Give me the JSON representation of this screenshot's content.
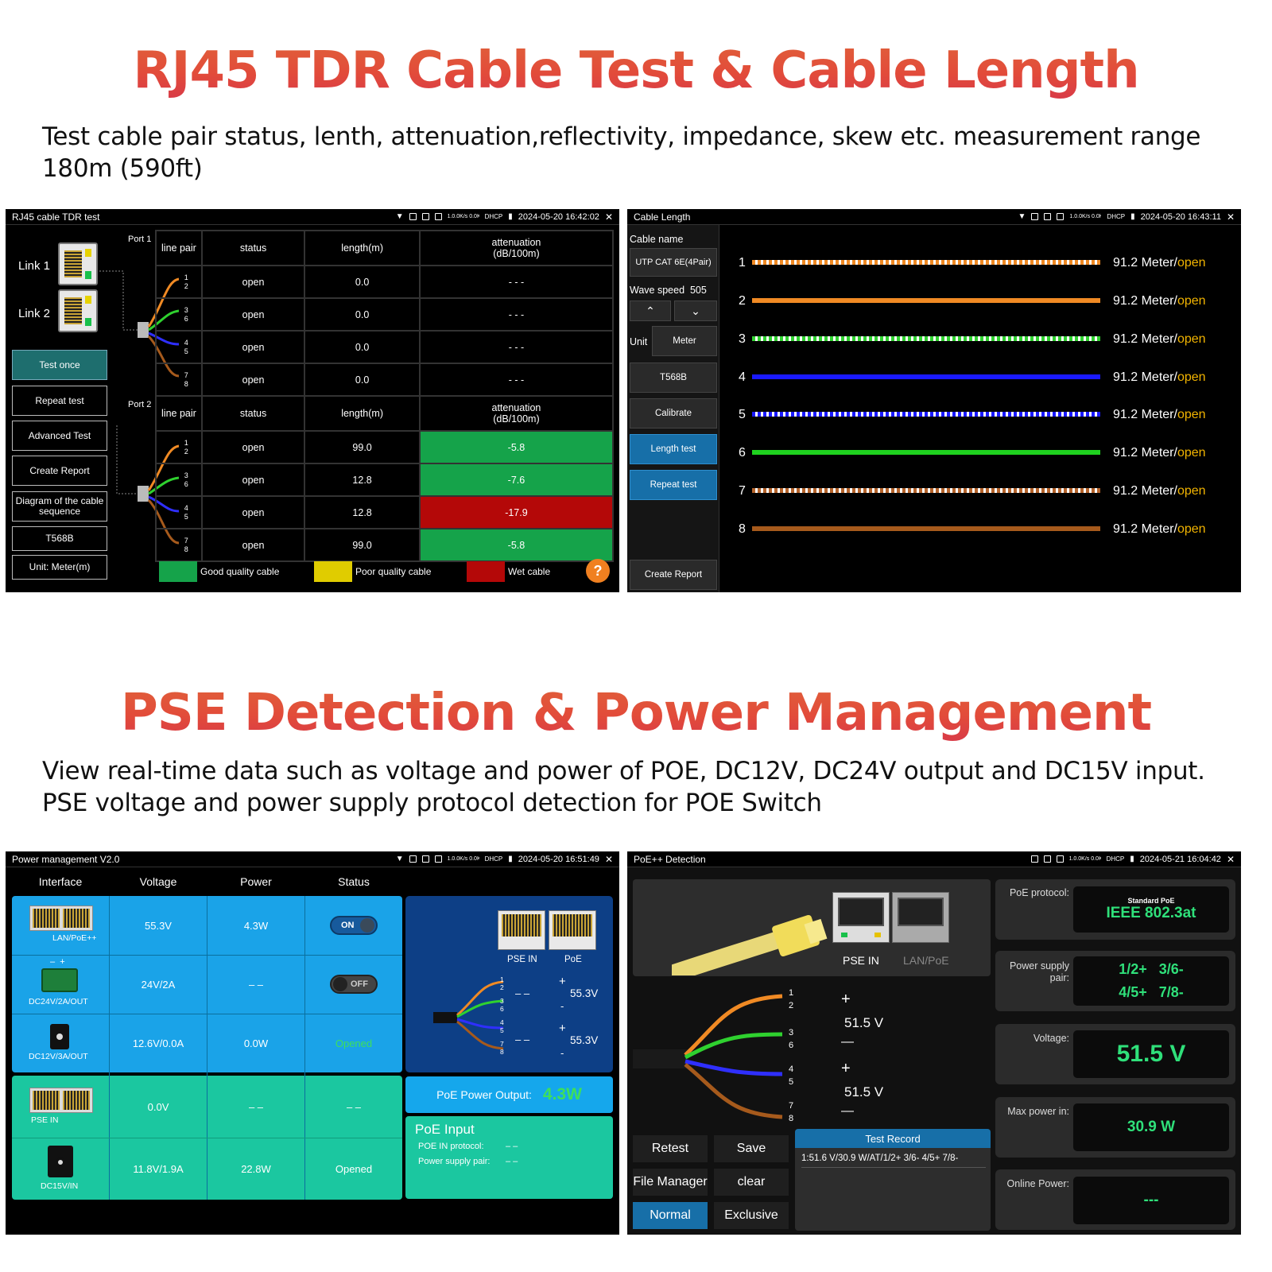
{
  "heading1": {
    "title": "RJ45 TDR Cable Test & Cable Length",
    "subtitle": "Test cable pair status, lenth, attenuation,reflectivity, impedance, skew etc. measurement range 180m (590ft)"
  },
  "heading2": {
    "title": "PSE Detection & Power Management",
    "subtitle": "View real-time data such as voltage and power of POE, DC12V, DC24V output and DC15V input. PSE voltage and power supply protocol detection for POE Switch"
  },
  "colors": {
    "accent": "#e24b3a",
    "good": "#15a34a",
    "poor": "#e0cc00",
    "wet": "#b40808",
    "blue": "#176fa8",
    "pm_blue": "#1aa3e8",
    "pm_teal": "#1bc7a0"
  },
  "status_icons": [
    "wifi-icon",
    "sd-card-icon",
    "network-icon",
    "network-icon",
    "dhcp-icon",
    "battery-icon",
    "close-icon"
  ],
  "net_speed": "1.0.0K/s 0.0K/s",
  "dhcp": "DHCP",
  "close": "✕",
  "tdr": {
    "title": "RJ45 cable TDR test",
    "time": "2024-05-20 16:42:02",
    "link1": "Link 1",
    "link2": "Link 2",
    "port1": "Port 1",
    "port2": "Port 2",
    "buttons": [
      "Test once",
      "Repeat test",
      "Advanced Test",
      "Create Report",
      "Diagram of the cable sequence",
      "T568B",
      "Unit: Meter(m)"
    ],
    "headers": [
      "line pair",
      "status",
      "length(m)",
      "attenuation\n(dB/100m)"
    ],
    "pairs": [
      [
        "1",
        "2"
      ],
      [
        "3",
        "6"
      ],
      [
        "4",
        "5"
      ],
      [
        "7",
        "8"
      ]
    ],
    "port1_rows": [
      {
        "status": "open",
        "length": "0.0",
        "att": "- - -"
      },
      {
        "status": "open",
        "length": "0.0",
        "att": "- - -"
      },
      {
        "status": "open",
        "length": "0.0",
        "att": "- - -"
      },
      {
        "status": "open",
        "length": "0.0",
        "att": "- - -"
      }
    ],
    "port2_rows": [
      {
        "status": "open",
        "length": "99.0",
        "att": "-5.8",
        "quality": "good"
      },
      {
        "status": "open",
        "length": "12.8",
        "att": "-7.6",
        "quality": "good"
      },
      {
        "status": "open",
        "length": "12.8",
        "att": "-17.9",
        "quality": "wet"
      },
      {
        "status": "open",
        "length": "99.0",
        "att": "-5.8",
        "quality": "good"
      }
    ],
    "legend": [
      "Good quality cable",
      "Poor quality cable",
      "Wet cable"
    ],
    "help": "?"
  },
  "cable": {
    "title": "Cable Length",
    "time": "2024-05-20 16:43:11",
    "cable_name_label": "Cable name",
    "cable_name": "UTP CAT 6E(4Pair)",
    "wave_speed_label": "Wave speed",
    "wave_speed": "505",
    "up": "⌃",
    "down": "⌄",
    "unit_label": "Unit",
    "unit": "Meter",
    "buttons": [
      "T568B",
      "Calibrate",
      "Length test",
      "Repeat test",
      "Create Report"
    ],
    "lines": [
      {
        "n": "1",
        "len": "91.2 Meter/",
        "st": "open"
      },
      {
        "n": "2",
        "len": "91.2 Meter/",
        "st": "open"
      },
      {
        "n": "3",
        "len": "91.2 Meter/",
        "st": "open"
      },
      {
        "n": "4",
        "len": "91.2 Meter/",
        "st": "open"
      },
      {
        "n": "5",
        "len": "91.2 Meter/",
        "st": "open"
      },
      {
        "n": "6",
        "len": "91.2 Meter/",
        "st": "open"
      },
      {
        "n": "7",
        "len": "91.2 Meter/",
        "st": "open"
      },
      {
        "n": "8",
        "len": "91.2 Meter/",
        "st": "open"
      }
    ]
  },
  "pm": {
    "title": "Power management V2.0",
    "time": "2024-05-20 16:51:49",
    "headers": [
      "Interface",
      "Voltage",
      "Power",
      "Status"
    ],
    "rows": [
      {
        "iface": "LAN/PoE++",
        "voltage": "55.3V",
        "power": "4.3W",
        "status": "ON"
      },
      {
        "iface": "DC24V/2A/OUT",
        "voltage": "24V/2A",
        "power": "– –",
        "status": "OFF"
      },
      {
        "iface": "DC12V/3A/OUT",
        "voltage": "12.6V/0.0A",
        "power": "0.0W",
        "status": "Opened"
      },
      {
        "iface": "PSE IN",
        "voltage": "0.0V",
        "power": "– –",
        "status": "– –"
      },
      {
        "iface": "DC15V/IN",
        "voltage": "11.8V/1.9A",
        "power": "22.8W",
        "status": "Opened"
      }
    ],
    "dc_pins": "–  +",
    "port_labels": [
      "PSE IN",
      "PoE"
    ],
    "pin_nums": [
      "1",
      "2",
      "3",
      "6",
      "4",
      "5",
      "7",
      "8"
    ],
    "v1": "55.3V",
    "v2": "55.3V",
    "dash": "– –",
    "plus": "+",
    "minus": "-",
    "poe_output_label": "PoE Power Output:",
    "poe_output_value": "4.3W",
    "poe_input_title": "PoE Input",
    "poe_in_protocol_label": "POE IN protocol:",
    "poe_in_protocol": "– –",
    "poe_in_pair_label": "Power supply pair:",
    "poe_in_pair": "– –"
  },
  "poe": {
    "title": "PoE++ Detection",
    "time": "2024-05-21 16:04:42",
    "port_labels": [
      "PSE IN",
      "LAN/PoE"
    ],
    "pin_nums": [
      "1",
      "2",
      "3",
      "6",
      "4",
      "5",
      "7",
      "8"
    ],
    "v1": "51.5 V",
    "v2": "51.5 V",
    "plus": "+",
    "minus": "—",
    "protocol_label": "PoE protocol:",
    "protocol_small": "Standard PoE",
    "protocol": "IEEE 802.3at",
    "pair_label": "Power supply pair:",
    "pair1": "1/2+   3/6-",
    "pair2": "4/5+   7/8-",
    "voltage_label": "Voltage:",
    "voltage": "51.5 V",
    "maxpower_label": "Max power in:",
    "maxpower": "30.9 W",
    "online_label": "Online Power:",
    "online": "---",
    "buttons": [
      "Retest",
      "Save",
      "File Manager",
      "clear",
      "Normal",
      "Exclusive"
    ],
    "record_title": "Test Record",
    "record": "1:51.6 V/30.9 W/AT/1/2+  3/6-  4/5+  7/8-"
  }
}
